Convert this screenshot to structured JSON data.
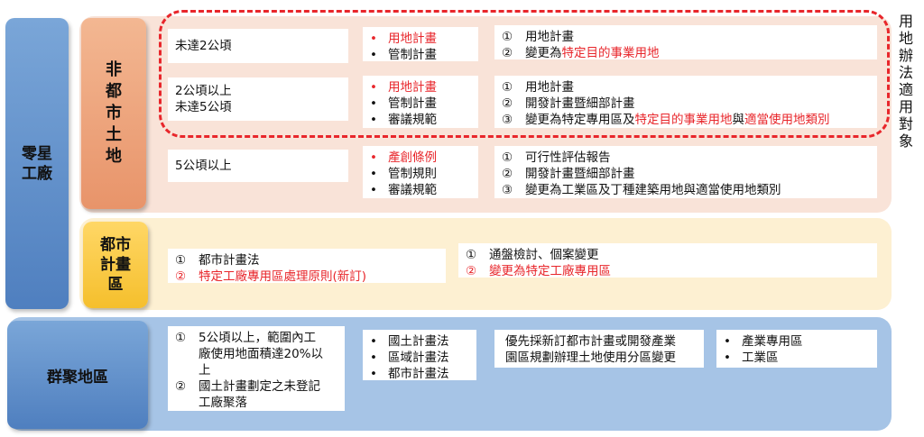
{
  "labels": {
    "scattered": "零星工廠",
    "non_urban": "非都市土地",
    "urban": "都市計畫區",
    "cluster": "群聚地區",
    "applicable": "用地辦法適用對象"
  },
  "non_urban_rows": [
    {
      "area": "未達2公頃",
      "plans": [
        {
          "text": "用地計畫",
          "red": true
        },
        {
          "text": "管制計畫",
          "red": false
        }
      ],
      "steps": [
        {
          "num": "①",
          "parts": [
            {
              "text": "用地計畫",
              "red": false
            }
          ]
        },
        {
          "num": "②",
          "parts": [
            {
              "text": "變更為",
              "red": false
            },
            {
              "text": "特定目的事業用地",
              "red": true
            }
          ]
        }
      ]
    },
    {
      "area_lines": [
        "2公頃以上",
        "未達5公頃"
      ],
      "plans": [
        {
          "text": "用地計畫",
          "red": true
        },
        {
          "text": "管制計畫",
          "red": false
        },
        {
          "text": "審議規範",
          "red": false
        }
      ],
      "steps": [
        {
          "num": "①",
          "parts": [
            {
              "text": "用地計畫",
              "red": false
            }
          ]
        },
        {
          "num": "②",
          "parts": [
            {
              "text": "開發計畫暨細部計畫",
              "red": false
            }
          ]
        },
        {
          "num": "③",
          "parts": [
            {
              "text": "變更為特定專用區及",
              "red": false
            },
            {
              "text": "特定目的事業用地",
              "red": true
            },
            {
              "text": "與",
              "red": false
            },
            {
              "text": "適當使用地類別",
              "red": true
            }
          ]
        }
      ]
    },
    {
      "area": "5公頃以上",
      "plans": [
        {
          "text": "產創條例",
          "red": true
        },
        {
          "text": "管制規則",
          "red": false
        },
        {
          "text": "審議規範",
          "red": false
        }
      ],
      "steps": [
        {
          "num": "①",
          "parts": [
            {
              "text": "可行性評估報告",
              "red": false
            }
          ]
        },
        {
          "num": "②",
          "parts": [
            {
              "text": "開發計畫暨細部計畫",
              "red": false
            }
          ]
        },
        {
          "num": "③",
          "parts": [
            {
              "text": "變更為工業區及丁種建築用地與適當使用地類別",
              "red": false
            }
          ]
        }
      ]
    }
  ],
  "urban": {
    "laws": [
      {
        "num": "①",
        "text": "都市計畫法",
        "red": false
      },
      {
        "num": "②",
        "text": "特定工廠專用區處理原則(新訂)",
        "red": true
      }
    ],
    "steps": [
      {
        "num": "①",
        "text": "通盤檢討、個案變更",
        "red": false
      },
      {
        "num": "②",
        "text": "變更為特定工廠專用區",
        "red": true
      }
    ]
  },
  "cluster": {
    "criteria": [
      {
        "num": "①",
        "lines": [
          "5公頃以上，範圍內工",
          "廠使用地面積達20%以",
          "上"
        ]
      },
      {
        "num": "②",
        "lines": [
          "國土計畫劃定之未登記",
          "工廠聚落"
        ]
      }
    ],
    "laws": [
      "國土計畫法",
      "區域計畫法",
      "都市計畫法"
    ],
    "approach_lines": [
      "優先採新訂都市計畫或開發產業",
      "園區規劃辦理土地使用分區變更"
    ],
    "zones": [
      "產業專用區",
      "工業區"
    ]
  },
  "colors": {
    "red": "#e8262b",
    "blue_pill": "#5b8bc9",
    "orange_pill": "#ec9d74",
    "yellow_pill": "#f7c638",
    "peach_panel": "#f9e3d8",
    "cream_panel": "#fdf0d2",
    "blue_panel": "#a6c4e6"
  }
}
